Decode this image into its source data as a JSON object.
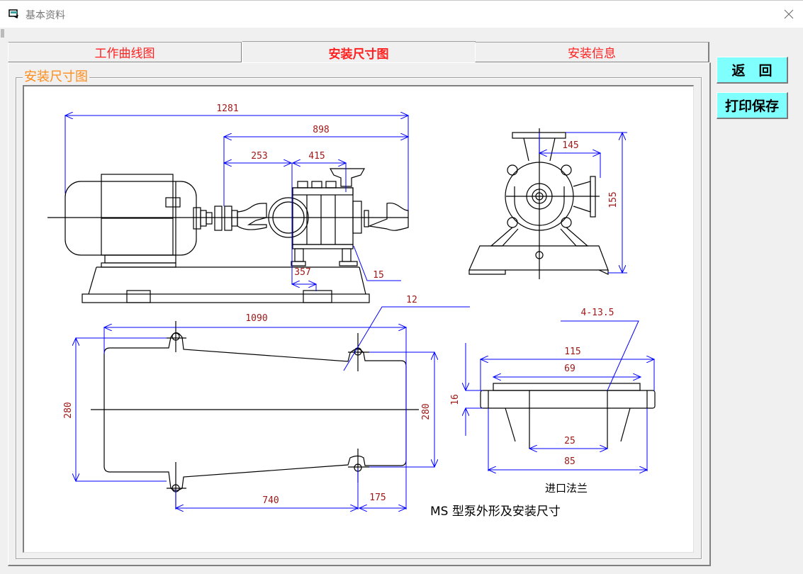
{
  "window": {
    "title": "基本资料",
    "icon": "app-window-icon",
    "close_icon": "close-icon"
  },
  "tabs": [
    {
      "label": "工作曲线图",
      "active": false
    },
    {
      "label": "安装尺寸图",
      "active": true
    },
    {
      "label": "安装信息",
      "active": false
    }
  ],
  "panel": {
    "group_title": "安装尺寸图"
  },
  "buttons": {
    "back": "返　回",
    "print_save": "打印保存"
  },
  "colors": {
    "tab_text": "#ff2020",
    "group_title": "#ff8c1a",
    "button_bg": "#80ffff",
    "dimension_line": "#0000ff",
    "dimension_text": "#a01818",
    "drawing_line": "#000000"
  },
  "drawing": {
    "caption": "MS 型泵外形及安装尺寸",
    "flange_caption": "进口法兰",
    "side_view_dims": {
      "overall_length": "1281",
      "pump_length": "898",
      "coupling_to_inlet": "253",
      "inlet_to_outlet": "415",
      "foot_spacing": "357",
      "foot_height": "15"
    },
    "end_view_dims": {
      "outlet_offset": "145",
      "height": "155"
    },
    "base_plan_dims": {
      "hole_dia": "12",
      "base_length": "1090",
      "width_left": "280",
      "width_right": "280",
      "hole_spacing": "740",
      "end_offset": "175"
    },
    "flange_dims": {
      "bolt_holes": "4-13.5",
      "outer_dia": "115",
      "raised_face": "69",
      "thickness": "16",
      "bore": "25",
      "bolt_circle": "85"
    }
  }
}
